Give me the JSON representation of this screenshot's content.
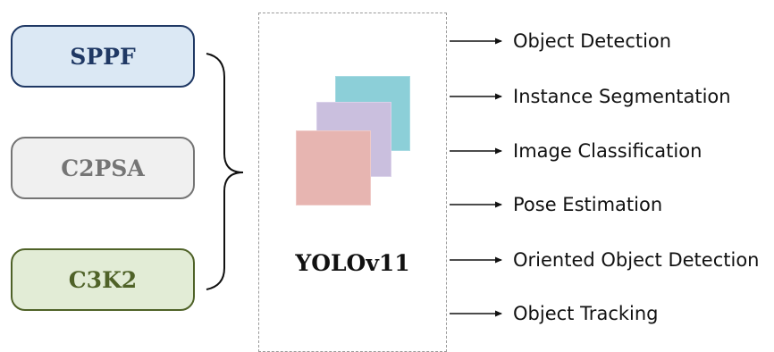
{
  "modules": [
    {
      "id": "sppf",
      "label": "SPPF",
      "fill": "#dbe8f4",
      "stroke": "#1f3864"
    },
    {
      "id": "c2psa",
      "label": "C2PSA",
      "fill": "#f0f0f0",
      "stroke": "#757575"
    },
    {
      "id": "c3k2",
      "label": "C3K2",
      "fill": "#e2ecd6",
      "stroke": "#4f6228"
    }
  ],
  "model": {
    "title": "YOLOv11",
    "square_colors": [
      "#8ccfd8",
      "#cabfde",
      "#e7b5b1"
    ]
  },
  "tasks": [
    {
      "label": "Object Detection"
    },
    {
      "label": "Instance Segmentation"
    },
    {
      "label": "Image Classification"
    },
    {
      "label": "Pose Estimation"
    },
    {
      "label": "Oriented Object Detection"
    },
    {
      "label": "Object Tracking"
    }
  ]
}
